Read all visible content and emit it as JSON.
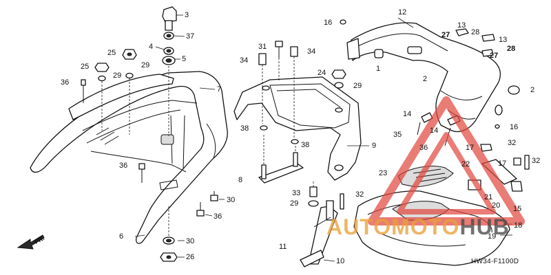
{
  "callouts": [
    {
      "id": "c3",
      "text": "3"
    },
    {
      "id": "c37",
      "text": "37"
    },
    {
      "id": "c4",
      "text": "4"
    },
    {
      "id": "c5",
      "text": "5"
    },
    {
      "id": "c25a",
      "text": "25"
    },
    {
      "id": "c25b",
      "text": "25"
    },
    {
      "id": "c29a",
      "text": "29"
    },
    {
      "id": "c29b",
      "text": "29"
    },
    {
      "id": "c36a",
      "text": "36"
    },
    {
      "id": "c7",
      "text": "7"
    },
    {
      "id": "c36b",
      "text": "36"
    },
    {
      "id": "c6",
      "text": "6"
    },
    {
      "id": "c30a",
      "text": "30"
    },
    {
      "id": "c36c",
      "text": "36"
    },
    {
      "id": "c30b",
      "text": "30"
    },
    {
      "id": "c26",
      "text": "26"
    },
    {
      "id": "c31",
      "text": "31"
    },
    {
      "id": "c34a",
      "text": "34"
    },
    {
      "id": "c34b",
      "text": "34"
    },
    {
      "id": "c38a",
      "text": "38"
    },
    {
      "id": "c38b",
      "text": "38"
    },
    {
      "id": "c8",
      "text": "8"
    },
    {
      "id": "c9",
      "text": "9"
    },
    {
      "id": "c24",
      "text": "24"
    },
    {
      "id": "c29c",
      "text": "29"
    },
    {
      "id": "c33",
      "text": "33"
    },
    {
      "id": "c29d",
      "text": "29"
    },
    {
      "id": "c32a",
      "text": "32"
    },
    {
      "id": "c11",
      "text": "11"
    },
    {
      "id": "c10",
      "text": "10"
    },
    {
      "id": "c16a",
      "text": "16"
    },
    {
      "id": "c12",
      "text": "12"
    },
    {
      "id": "c13a",
      "text": "13"
    },
    {
      "id": "c28a",
      "text": "28"
    },
    {
      "id": "c27a",
      "text": "27"
    },
    {
      "id": "c13b",
      "text": "13"
    },
    {
      "id": "c28b",
      "text": "28"
    },
    {
      "id": "c27b",
      "text": "27"
    },
    {
      "id": "c1",
      "text": "1"
    },
    {
      "id": "c2a",
      "text": "2"
    },
    {
      "id": "c2b",
      "text": "2"
    },
    {
      "id": "c16b",
      "text": "16"
    },
    {
      "id": "c14a",
      "text": "14"
    },
    {
      "id": "c14b",
      "text": "14"
    },
    {
      "id": "c35",
      "text": "35"
    },
    {
      "id": "c36d",
      "text": "36"
    },
    {
      "id": "c17a",
      "text": "17"
    },
    {
      "id": "c32b",
      "text": "32"
    },
    {
      "id": "c17b",
      "text": "17"
    },
    {
      "id": "c32c",
      "text": "32"
    },
    {
      "id": "c22",
      "text": "22"
    },
    {
      "id": "c23",
      "text": "23"
    },
    {
      "id": "c21",
      "text": "21"
    },
    {
      "id": "c20",
      "text": "20"
    },
    {
      "id": "c15",
      "text": "15"
    },
    {
      "id": "c18",
      "text": "18"
    },
    {
      "id": "c19",
      "text": "19"
    }
  ],
  "diagram_code": "HW34-F1100D",
  "front_marker": "FR.",
  "watermark": {
    "part1": "AUTOMOTO",
    "part2": "HUB"
  },
  "colors": {
    "line": "#111111",
    "watermark_red": "#e0463c",
    "watermark_orange": "#e8a23a"
  }
}
